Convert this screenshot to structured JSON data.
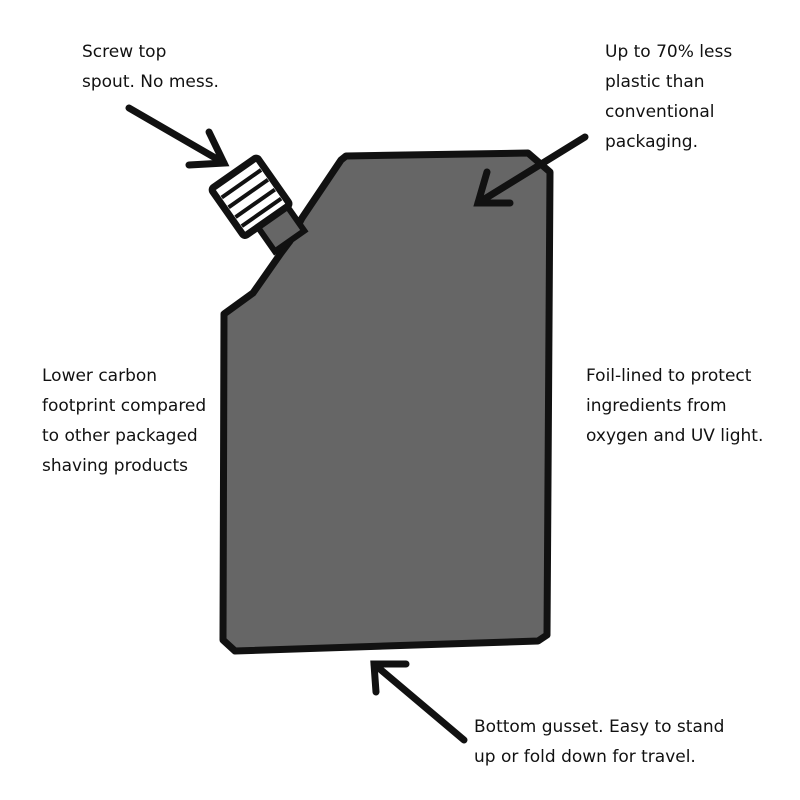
{
  "annotations": {
    "spout": {
      "lines": [
        "Screw top",
        "spout. No mess."
      ]
    },
    "plastic": {
      "lines": [
        "Up to 70% less",
        "plastic than",
        "conventional",
        "packaging."
      ]
    },
    "carbon": {
      "lines": [
        "Lower carbon",
        "footprint compared",
        "to other packaged",
        "shaving products"
      ]
    },
    "foil": {
      "lines": [
        "Foil-lined to protect",
        "ingredients from",
        "oxygen and UV light."
      ]
    },
    "gusset": {
      "lines": [
        "Bottom gusset. Easy to stand",
        "up or fold down for travel."
      ]
    }
  },
  "colors": {
    "pouch_fill": "#666666",
    "outline": "#111111",
    "cap_fill": "#ffffff",
    "background": "#ffffff"
  }
}
